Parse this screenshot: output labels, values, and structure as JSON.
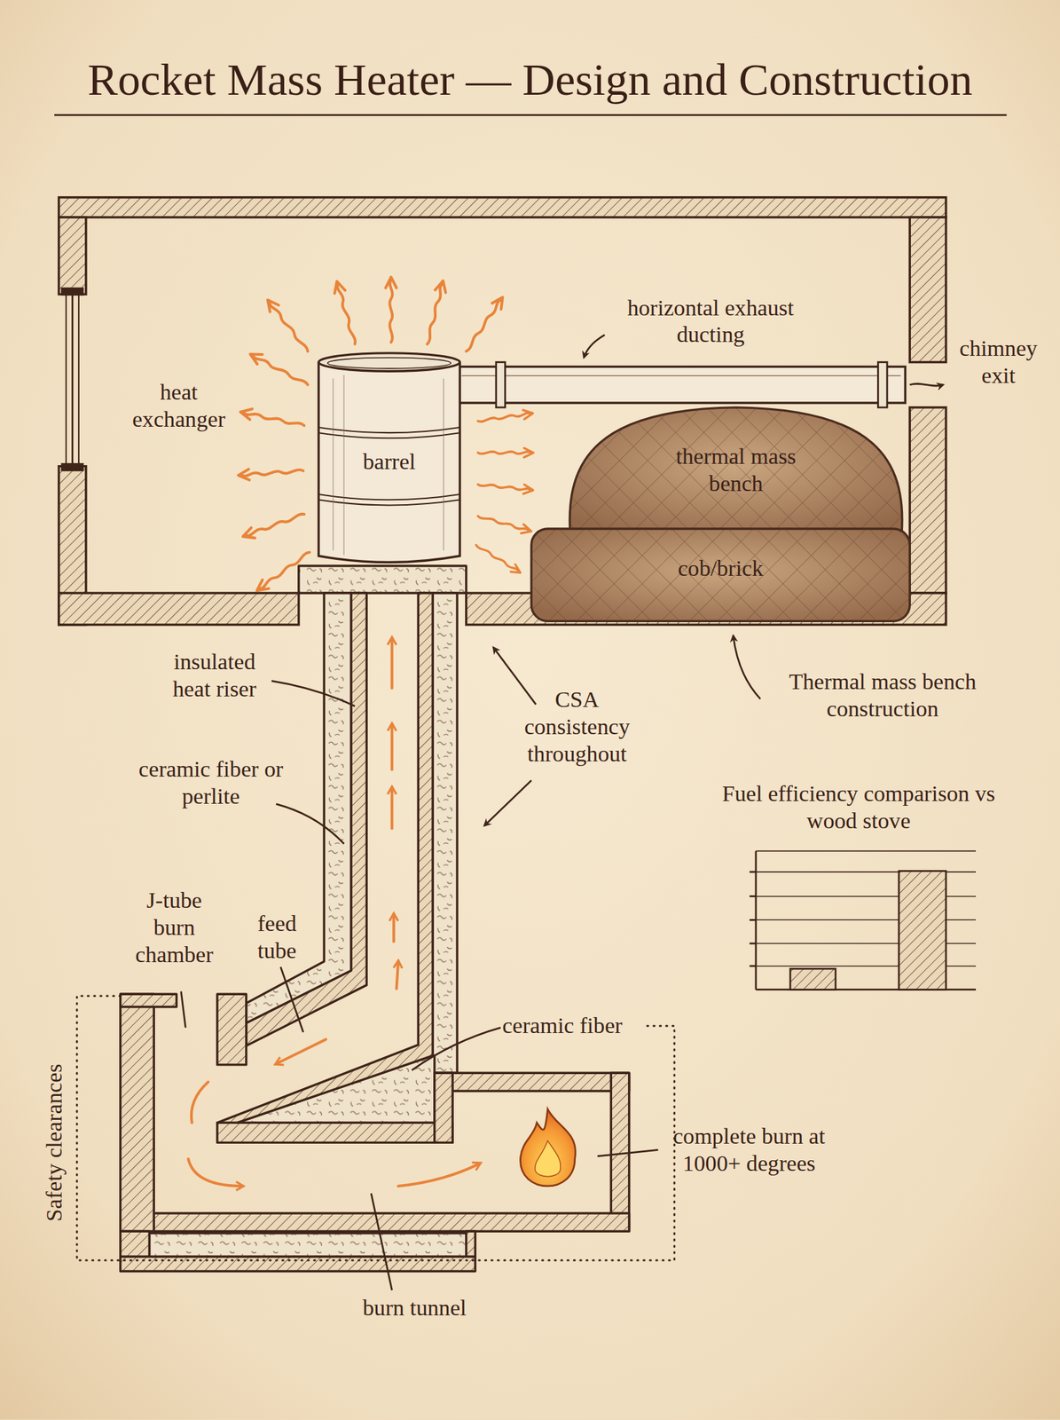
{
  "diagram": {
    "title": "Rocket Mass Heater — Design and Construction",
    "nodes": [
      {
        "text": [
          "barrel"
        ]
      },
      {
        "text": [
          "thermal mass bench"
        ]
      },
      {
        "text": [
          "cob/brick"
        ]
      }
    ],
    "labels": [
      "horizontal exhaust ducting",
      "chimney exit",
      "heat exchanger",
      "insulated heat riser",
      "Thermal mass bench construction",
      "CSA consistency throughout",
      "ceramic fiber or perlite",
      "Fuel efficiency comparison vs wood stove",
      "J-tube burn chamber",
      "feed tube",
      "ceramic fiber",
      "Safety clearances",
      "complete burn at 1000+ degrees",
      "burn tunnel"
    ]
  }
}
